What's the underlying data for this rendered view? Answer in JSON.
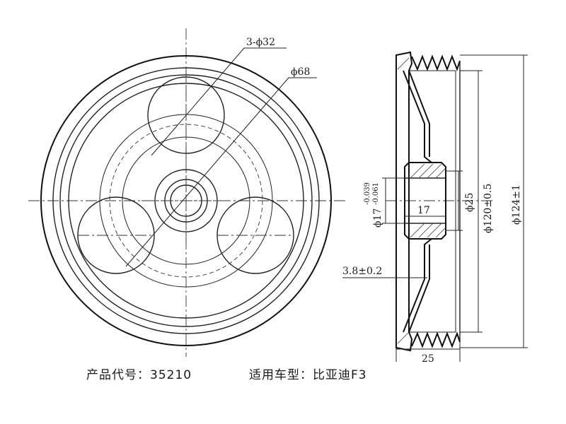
{
  "front_view": {
    "holes_label": "3-ϕ32",
    "pcd_label": "ϕ68"
  },
  "section_view": {
    "bore_label": "ϕ17",
    "bore_tol_upper": "-0.039",
    "bore_tol_lower": "-0.061",
    "hub_length_label": "17",
    "hub_dia_label": "ϕ25",
    "groove_dia_label": "ϕ120±0.5",
    "outer_dia_label": "ϕ124±1",
    "web_thickness_label": "3.8±0.2",
    "width_label": "25"
  },
  "caption": {
    "product_code": "产品代号：35210",
    "applicable_model": "适用车型：比亚迪F3"
  }
}
